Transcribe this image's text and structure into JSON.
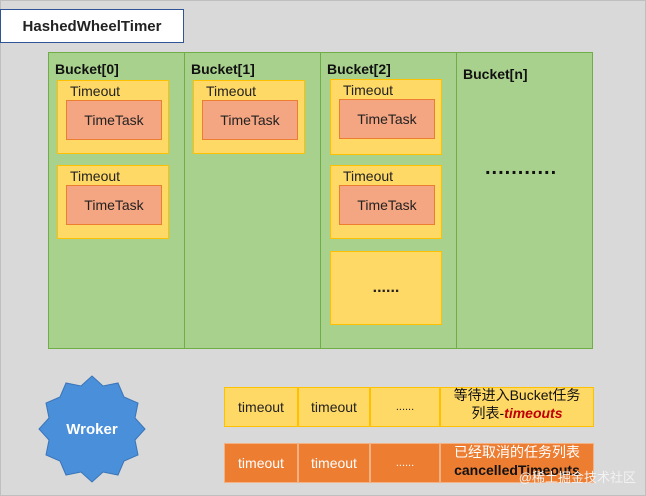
{
  "title": "HashedWheelTimer",
  "timeout_label": "Timeout",
  "timetask_label": "TimeTask",
  "buckets": [
    {
      "label": "Bucket[0]"
    },
    {
      "label": "Bucket[1]"
    },
    {
      "label": "Bucket[2]"
    },
    {
      "label": "Bucket[n]"
    }
  ],
  "bucket2_more": "......",
  "bucketn_more": "...........",
  "worker": "Wroker",
  "timeouts_row": {
    "cells": [
      "timeout",
      "timeout",
      "......"
    ],
    "desc_line1": "等待进入Bucket任务",
    "desc_line2_prefix": "列表-",
    "desc_line2_em": "timeouts"
  },
  "cancelled_row": {
    "cells": [
      "timeout",
      "timeout",
      "......"
    ],
    "desc_line1": "已经取消的任务列表",
    "desc_line2": "cancelledTimeouts"
  },
  "watermark": "@稀土掘金技术社区",
  "colors": {
    "bucket_fill": "#a9d18e",
    "timeout_fill": "#ffd966",
    "timetask_fill": "#f4a582",
    "worker_fill": "#4a8fd9",
    "cancelled_fill": "#ed7d31",
    "emphasis": "#c00000"
  }
}
